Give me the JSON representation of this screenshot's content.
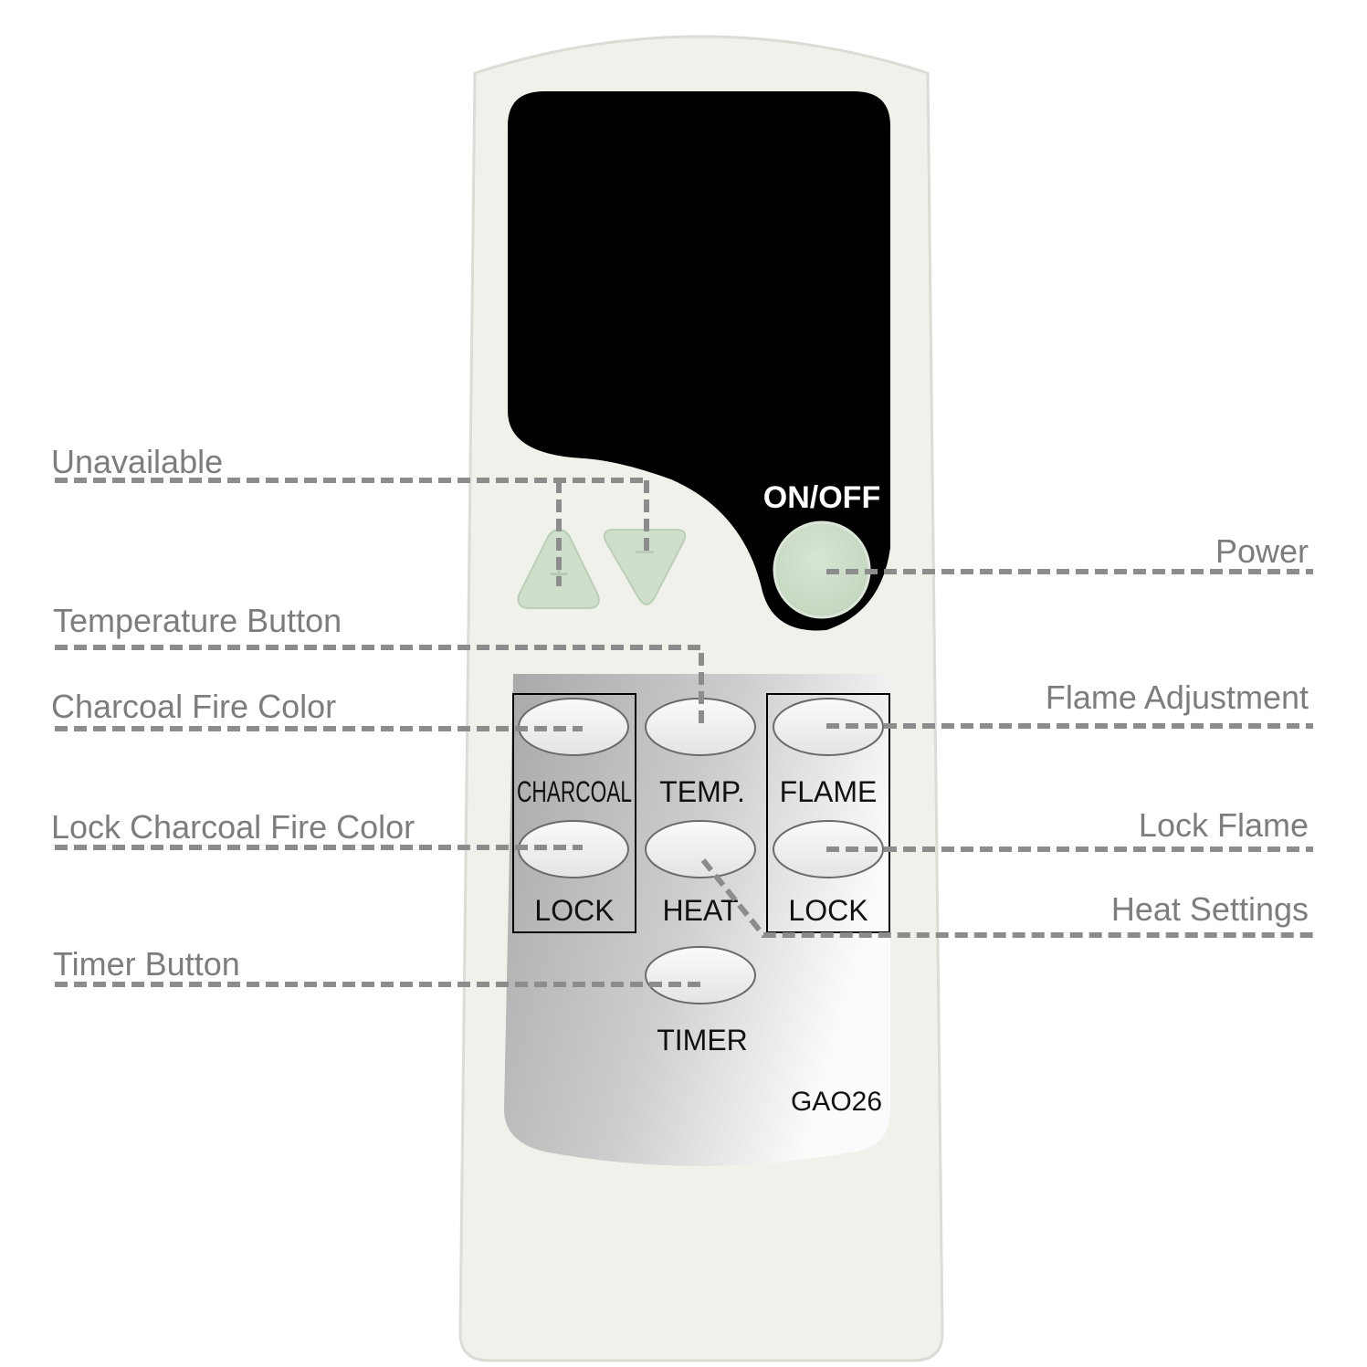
{
  "remote": {
    "model": "GAO26",
    "colors": {
      "body": "#f1f1ec",
      "screen": "#000000",
      "button_green": "#cfdfcb",
      "button_white": "#ededed",
      "dash": "#8c8c8c",
      "callout_text": "#7d7d7d"
    },
    "buttons": {
      "power_label": "ON/OFF",
      "up_symbol": "+",
      "down_symbol": "−",
      "charcoal_label": "CHARCOAL",
      "temp_label": "TEMP.",
      "flame_label": "FLAME",
      "lock_left_label": "LOCK",
      "heat_label": "HEAT",
      "lock_right_label": "LOCK",
      "timer_label": "TIMER"
    }
  },
  "callouts": {
    "unavailable": "Unavailable",
    "temperature_button": "Temperature Button",
    "charcoal_fire_color": "Charcoal Fire Color",
    "lock_charcoal_fire_color": "Lock Charcoal Fire Color",
    "timer_button": "Timer Button",
    "power": "Power",
    "flame_adjustment": "Flame Adjustment",
    "lock_flame": "Lock Flame",
    "heat_settings": "Heat Settings"
  }
}
